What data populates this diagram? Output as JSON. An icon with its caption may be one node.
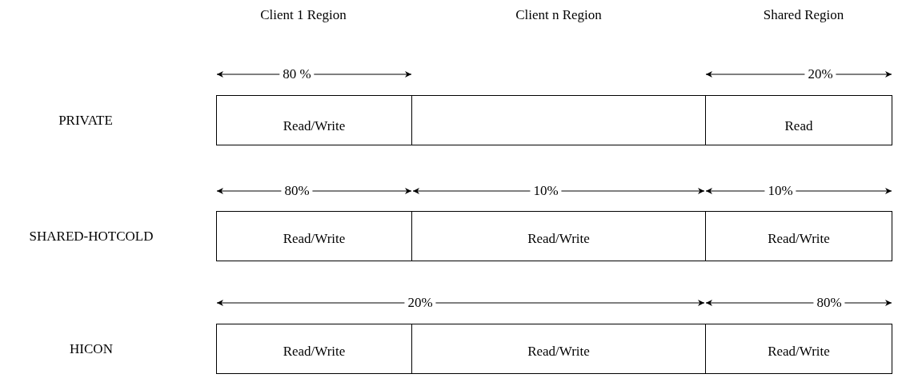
{
  "diagram": {
    "nodes": [
      {
        "text": [
          "Read/Write"
        ]
      },
      {
        "text": [],
        "shape": "box"
      },
      {
        "text": [
          "Read"
        ]
      },
      {
        "text": [
          "Read/Write"
        ]
      },
      {
        "text": [
          "Read/Write"
        ]
      },
      {
        "text": [
          "Read/Write"
        ]
      },
      {
        "text": [
          "Read/Write"
        ]
      },
      {
        "text": [
          "Read/Write"
        ]
      },
      {
        "text": [
          "Read/Write"
        ]
      }
    ],
    "edges": [],
    "labels": [
      "Client 1 Region",
      "Client n Region",
      "Shared Region",
      "80 %",
      "20%",
      "PRIVATE",
      "80%",
      "10%",
      "10%",
      "SHARED-HOTCOLD",
      "20%",
      "80%",
      "HICON"
    ]
  }
}
